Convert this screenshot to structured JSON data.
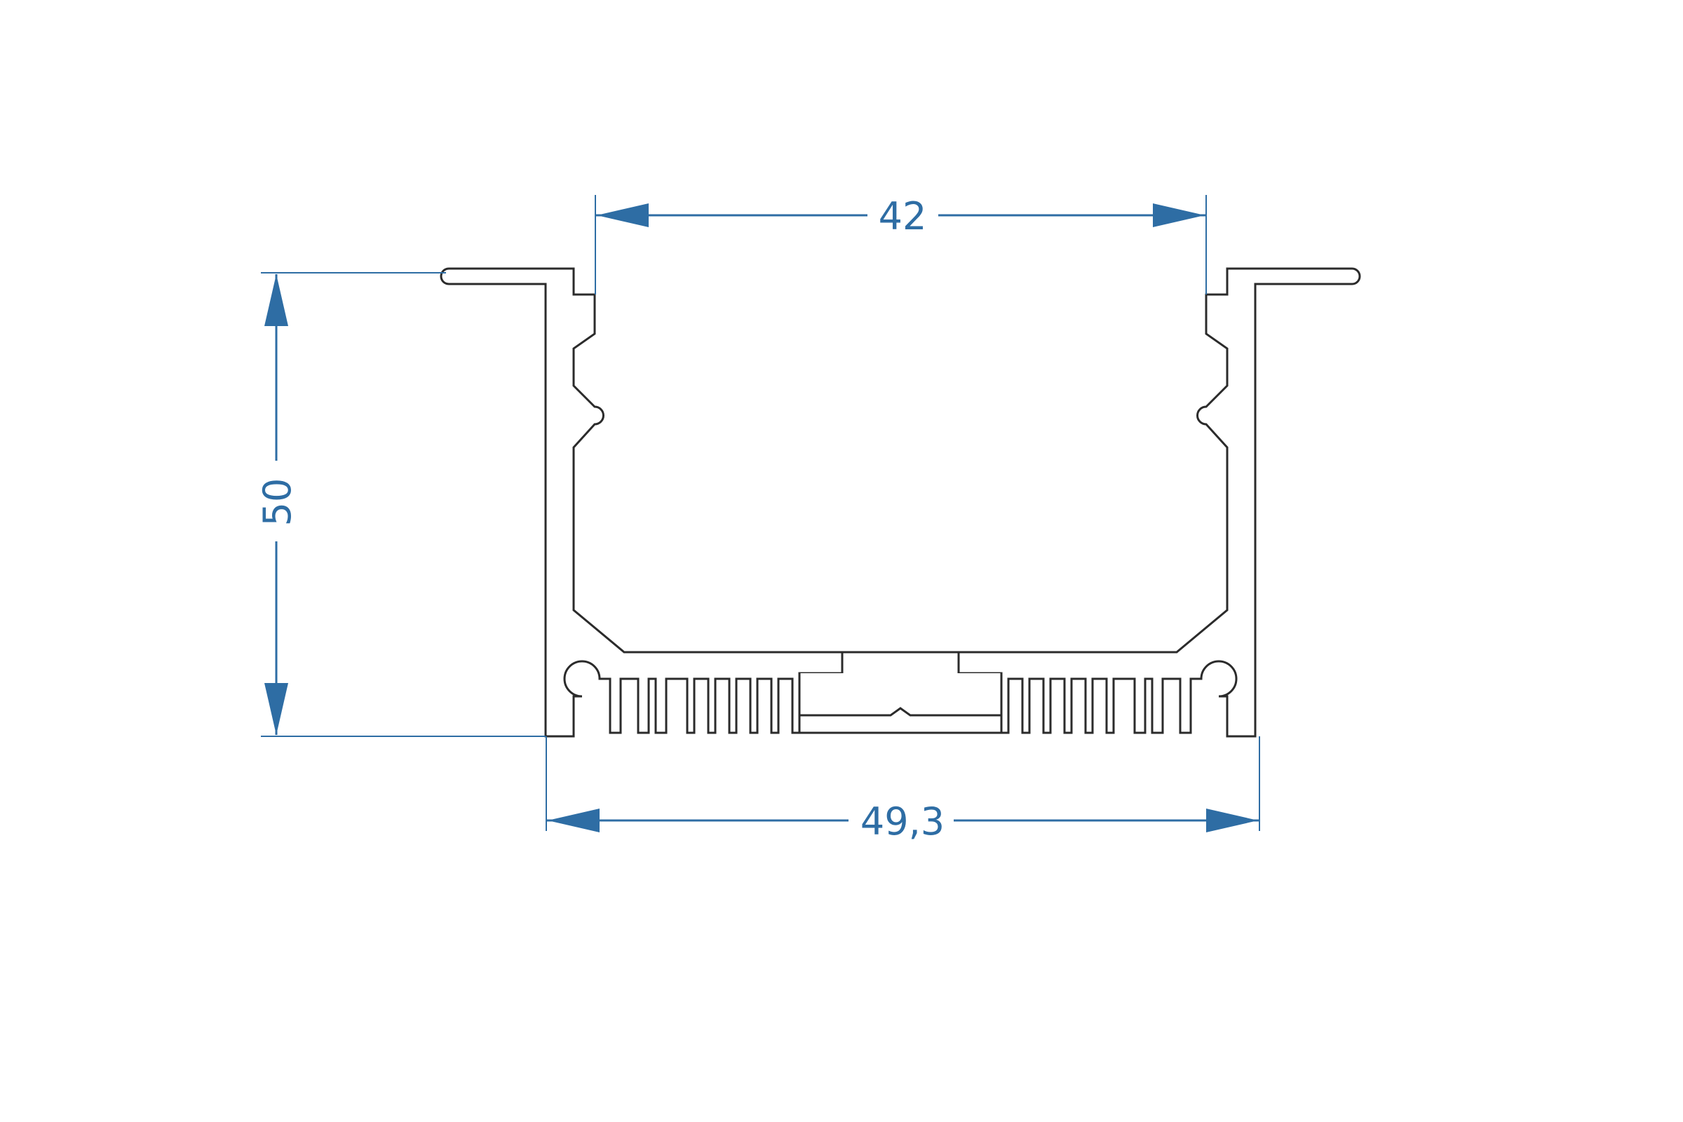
{
  "colors": {
    "dimension": "#2e6da4",
    "outline": "#2b2b2b",
    "background": "#ffffff"
  },
  "dimensions": {
    "inner_width": "42",
    "height": "50",
    "outer_width": "49,3"
  }
}
